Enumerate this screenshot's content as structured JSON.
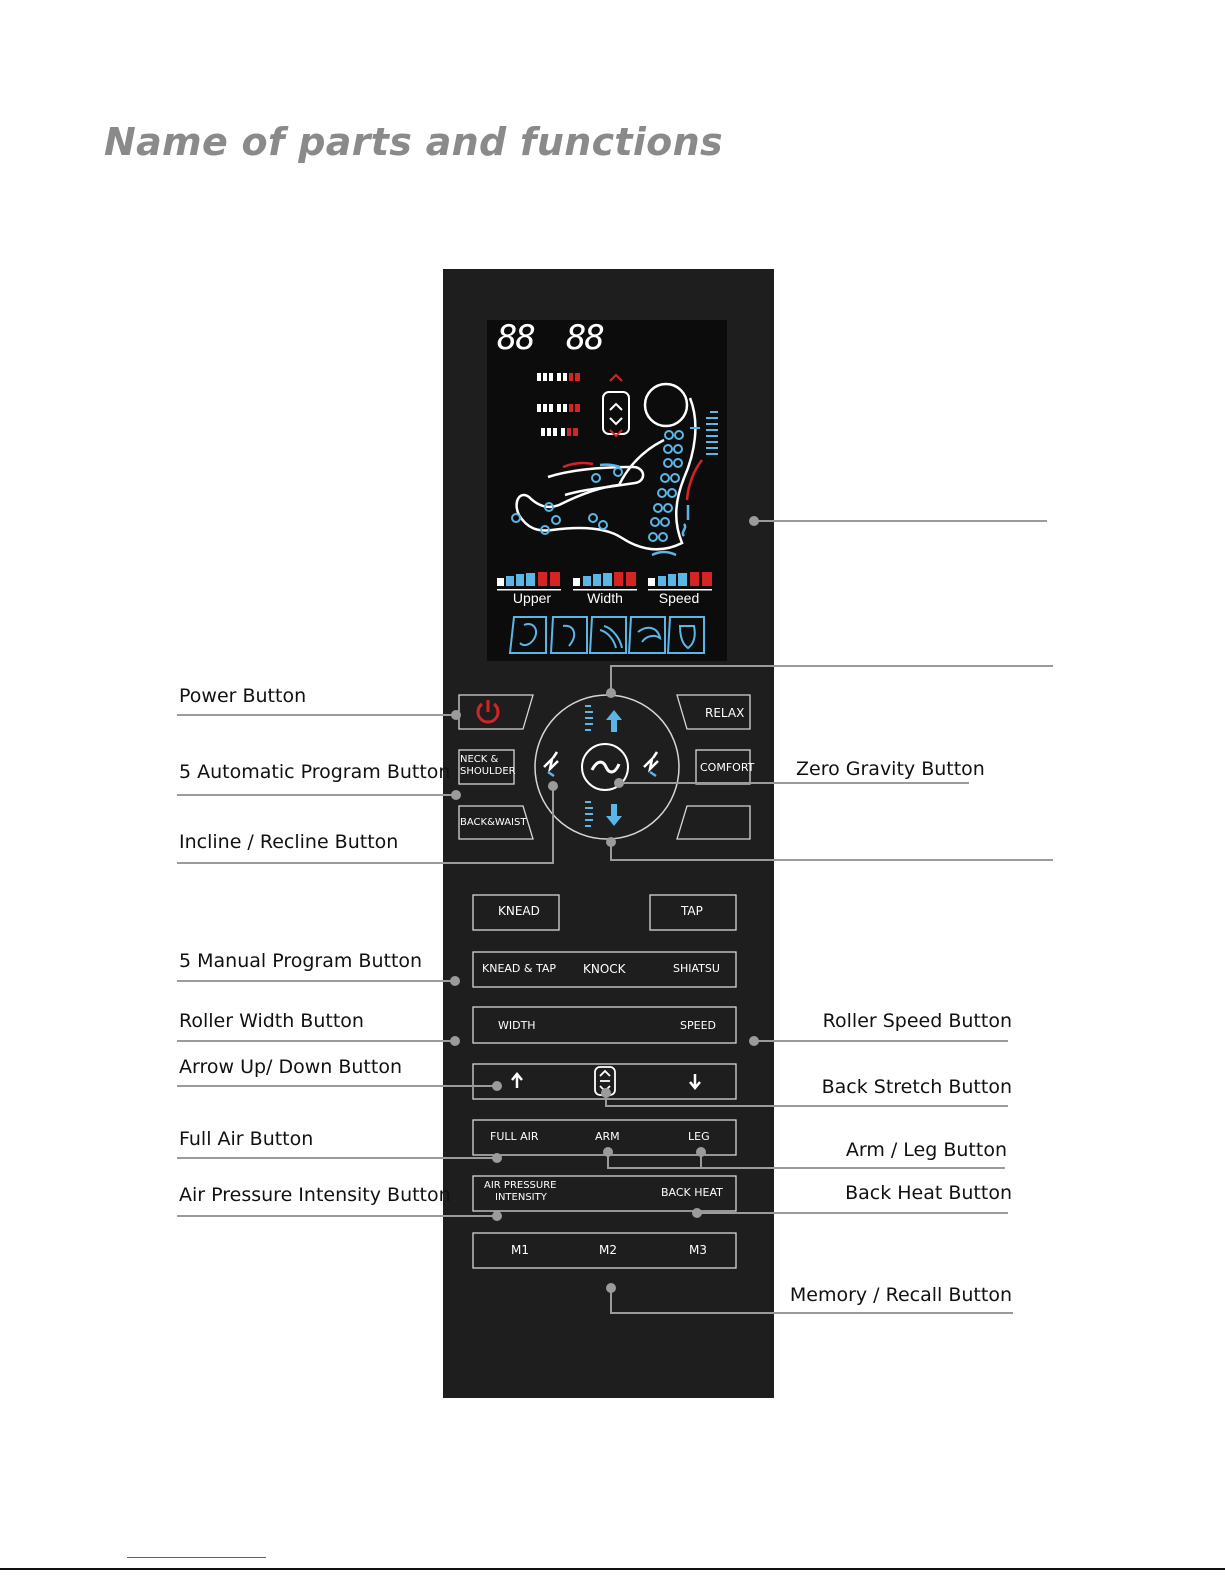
{
  "page": {
    "title": "Name of parts and functions"
  },
  "display": {
    "digits_left": "88",
    "digits_right": "88",
    "bar_labels": [
      "Upper",
      "Width",
      "Speed"
    ]
  },
  "panel": {
    "relax": "RELAX",
    "comfort": "COMFORT",
    "neck_shoulder_1": "NECK &",
    "neck_shoulder_2": "SHOULDER",
    "back_waist": "BACK&WAIST",
    "knead": "KNEAD",
    "tap": "TAP",
    "knead_tap": "KNEAD & TAP",
    "knock": "KNOCK",
    "shiatsu": "SHIATSU",
    "width": "WIDTH",
    "speed": "SPEED",
    "full_air": "FULL AIR",
    "arm": "ARM",
    "leg": "LEG",
    "air_pressure_1": "AIR PRESSURE",
    "air_pressure_2": "INTENSITY",
    "back_heat": "BACK HEAT",
    "m1": "M1",
    "m2": "M2",
    "m3": "M3"
  },
  "labels": {
    "power": "Power Button",
    "auto_program": "5 Automatic Program Button",
    "incline_recline": "Incline / Recline Button",
    "zero_gravity": "Zero Gravity Button",
    "manual_program": "5 Manual Program Button",
    "roller_width": "Roller Width Button",
    "roller_speed": "Roller Speed Button",
    "arrow_up_down": "Arrow Up/ Down Button",
    "back_stretch": "Back Stretch Button",
    "full_air": "Full Air Button",
    "arm_leg": "Arm / Leg  Button",
    "air_pressure": "Air Pressure Intensity Button",
    "back_heat": "Back Heat Button",
    "memory_recall": "Memory / Recall Button"
  },
  "colors": {
    "panel": "#1e1e1e",
    "accent_blue": "#5bb6e6",
    "accent_red": "#d42424",
    "leader_line": "#9b9b9b"
  }
}
